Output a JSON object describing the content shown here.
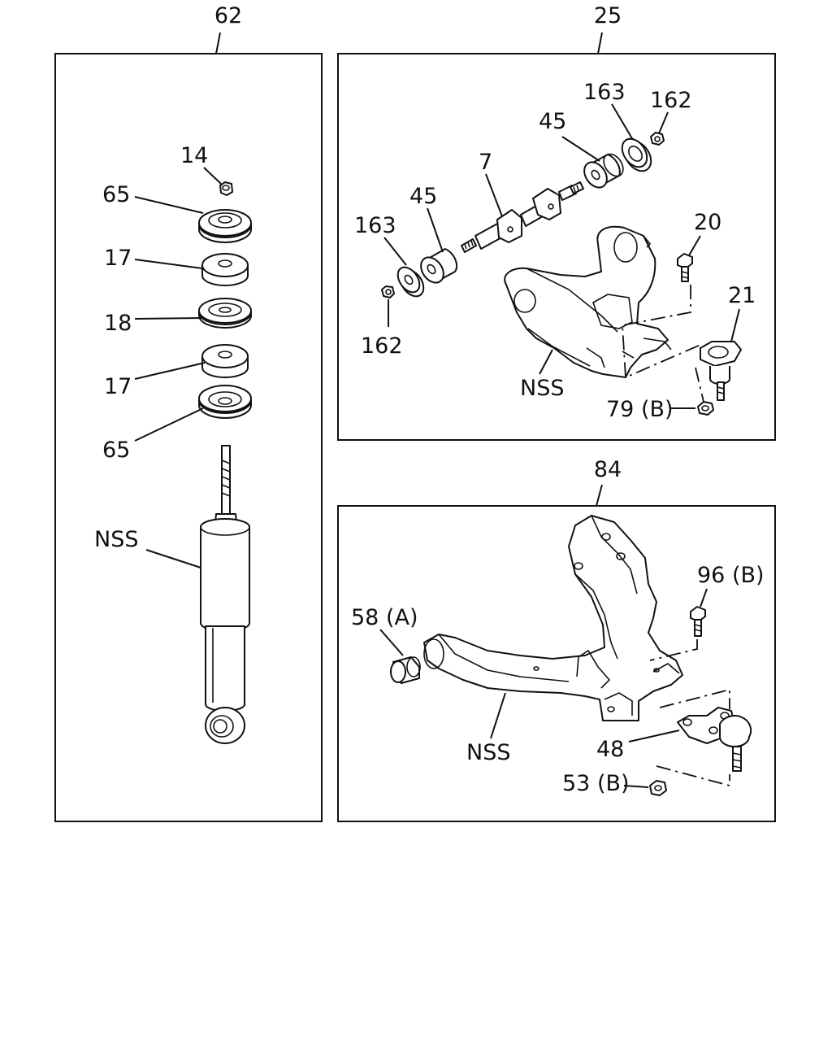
{
  "panels": {
    "shock": {
      "ref": "62"
    },
    "upper_arm": {
      "ref": "25"
    },
    "lower_arm": {
      "ref": "84"
    }
  },
  "shock_labels": {
    "nut": "14",
    "cushion_top": "65",
    "rubber_upper": "17",
    "plate": "18",
    "rubber_lower": "17",
    "cushion_bottom": "65",
    "absorber": "NSS"
  },
  "upper_labels": {
    "shaft": "7",
    "bush_right": "45",
    "bush_left": "45",
    "washer_right": "163",
    "washer_left": "163",
    "nut_right": "162",
    "nut_left": "162",
    "bolt": "20",
    "ball_joint": "21",
    "arm": "NSS",
    "nut_b": "79 (B)"
  },
  "lower_labels": {
    "bushing": "58 (A)",
    "bolt": "96 (B)",
    "ball_joint": "48",
    "nut": "53 (B)",
    "arm": "NSS"
  }
}
